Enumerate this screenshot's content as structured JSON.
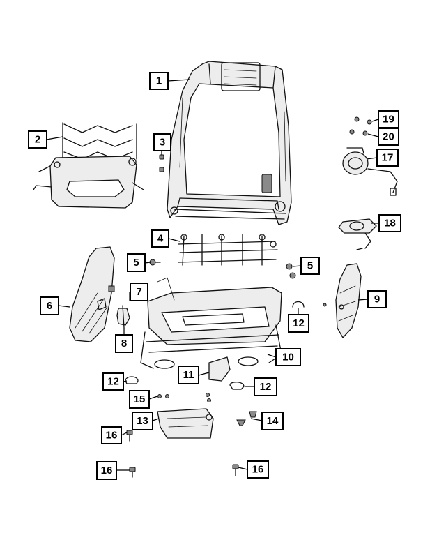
{
  "callouts": [
    {
      "label": "1"
    },
    {
      "label": "2"
    },
    {
      "label": "3"
    },
    {
      "label": "4"
    },
    {
      "label": "5"
    },
    {
      "label": "5"
    },
    {
      "label": "6"
    },
    {
      "label": "7"
    },
    {
      "label": "8"
    },
    {
      "label": "9"
    },
    {
      "label": "10"
    },
    {
      "label": "11"
    },
    {
      "label": "12"
    },
    {
      "label": "12"
    },
    {
      "label": "12"
    },
    {
      "label": "13"
    },
    {
      "label": "14"
    },
    {
      "label": "15"
    },
    {
      "label": "16"
    },
    {
      "label": "16"
    },
    {
      "label": "16"
    },
    {
      "label": "17"
    },
    {
      "label": "18"
    },
    {
      "label": "19"
    },
    {
      "label": "20"
    }
  ],
  "colors": {
    "line": "#000000",
    "background": "#ffffff",
    "part_shade": "#ededed"
  }
}
